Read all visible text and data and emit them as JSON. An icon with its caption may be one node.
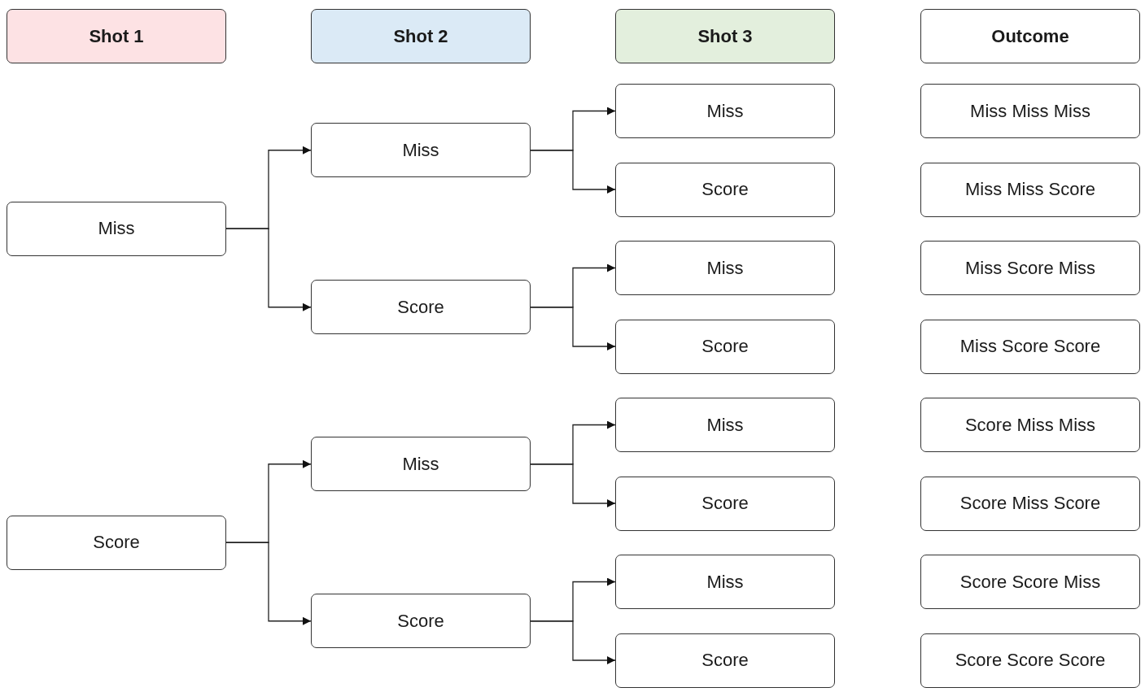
{
  "diagram": {
    "nodes": [
      {
        "text": [
          "Shot 1"
        ]
      },
      {
        "text": [
          "Shot 2"
        ]
      },
      {
        "text": [
          "Shot 3"
        ]
      },
      {
        "text": [
          "Outcome"
        ]
      },
      {
        "text": [
          "Miss"
        ]
      },
      {
        "text": [
          "Score"
        ]
      },
      {
        "text": [
          "Miss"
        ]
      },
      {
        "text": [
          "Score"
        ]
      },
      {
        "text": [
          "Miss"
        ]
      },
      {
        "text": [
          "Score"
        ]
      },
      {
        "text": [
          "Miss"
        ]
      },
      {
        "text": [
          "Score"
        ]
      },
      {
        "text": [
          "Miss"
        ]
      },
      {
        "text": [
          "Score"
        ]
      },
      {
        "text": [
          "Miss"
        ]
      },
      {
        "text": [
          "Score"
        ]
      },
      {
        "text": [
          "Miss"
        ]
      },
      {
        "text": [
          "Score"
        ]
      },
      {
        "text": [
          "Miss Miss Miss"
        ]
      },
      {
        "text": [
          "Miss Miss Score"
        ]
      },
      {
        "text": [
          "Miss Score Miss"
        ]
      },
      {
        "text": [
          "Miss Score Score"
        ]
      },
      {
        "text": [
          "Score Miss Miss"
        ]
      },
      {
        "text": [
          "Score Miss Score"
        ]
      },
      {
        "text": [
          "Score Score Miss"
        ]
      },
      {
        "text": [
          "Score Score Score"
        ]
      }
    ],
    "edges": [
      {
        "from": 4,
        "to": 6,
        "arrow": "to"
      },
      {
        "from": 4,
        "to": 7,
        "arrow": "to"
      },
      {
        "from": 5,
        "to": 8,
        "arrow": "to"
      },
      {
        "from": 5,
        "to": 9,
        "arrow": "to"
      },
      {
        "from": 6,
        "to": 10,
        "arrow": "to"
      },
      {
        "from": 6,
        "to": 11,
        "arrow": "to"
      },
      {
        "from": 7,
        "to": 12,
        "arrow": "to"
      },
      {
        "from": 7,
        "to": 13,
        "arrow": "to"
      },
      {
        "from": 8,
        "to": 14,
        "arrow": "to"
      },
      {
        "from": 8,
        "to": 15,
        "arrow": "to"
      },
      {
        "from": 9,
        "to": 16,
        "arrow": "to"
      },
      {
        "from": 9,
        "to": 17,
        "arrow": "to"
      }
    ]
  }
}
